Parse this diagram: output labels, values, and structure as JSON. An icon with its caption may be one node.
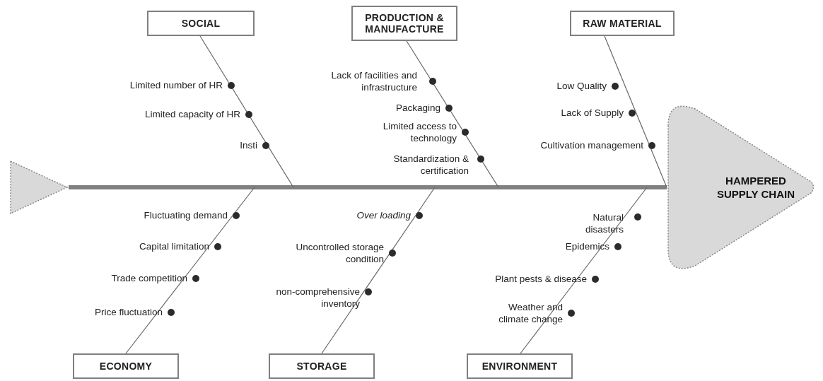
{
  "diagram": {
    "nodes": [
      {
        "text": [],
        "shape": "triangle"
      },
      {
        "text": [
          "HAMPERED SUPPLY CHAIN"
        ]
      },
      {
        "text": [
          "SOCIAL"
        ]
      },
      {
        "text": [
          "PRODUCTION & MANUFACTURE"
        ]
      },
      {
        "text": [
          "RAW MATERIAL"
        ]
      },
      {
        "text": [
          "ECONOMY"
        ]
      },
      {
        "text": [
          "STORAGE"
        ]
      },
      {
        "text": [
          "ENVIRONMENT"
        ]
      }
    ],
    "edges": [
      {
        "from": 0,
        "to": 1,
        "arrow": "none",
        "style": "thick"
      },
      {
        "from": 2,
        "to": null,
        "arrow": "none"
      },
      {
        "from": 3,
        "to": null,
        "arrow": "none"
      },
      {
        "from": 4,
        "to": 1,
        "arrow": "none"
      },
      {
        "from": 5,
        "to": null,
        "arrow": "none"
      },
      {
        "from": 6,
        "to": null,
        "arrow": "none"
      },
      {
        "from": 7,
        "to": null,
        "arrow": "none"
      }
    ],
    "labels": [
      "Limited number of HR",
      "Limited capacity of HR",
      "Insti",
      "Lack of facilities and infrastructure",
      "Packaging",
      "Limited access to technology",
      "Standardization & certification",
      "Low Quality",
      "Lack of Supply",
      "Cultivation management",
      "Fluctuating demand",
      "Capital limitation",
      "Trade competition",
      "Price fluctuation",
      "Over loading",
      "Uncontrolled storage condition",
      "non-comprehensive inventory",
      "Natural disasters",
      "Epidemics",
      "Plant pests & disease",
      "Weather and climate change"
    ]
  }
}
